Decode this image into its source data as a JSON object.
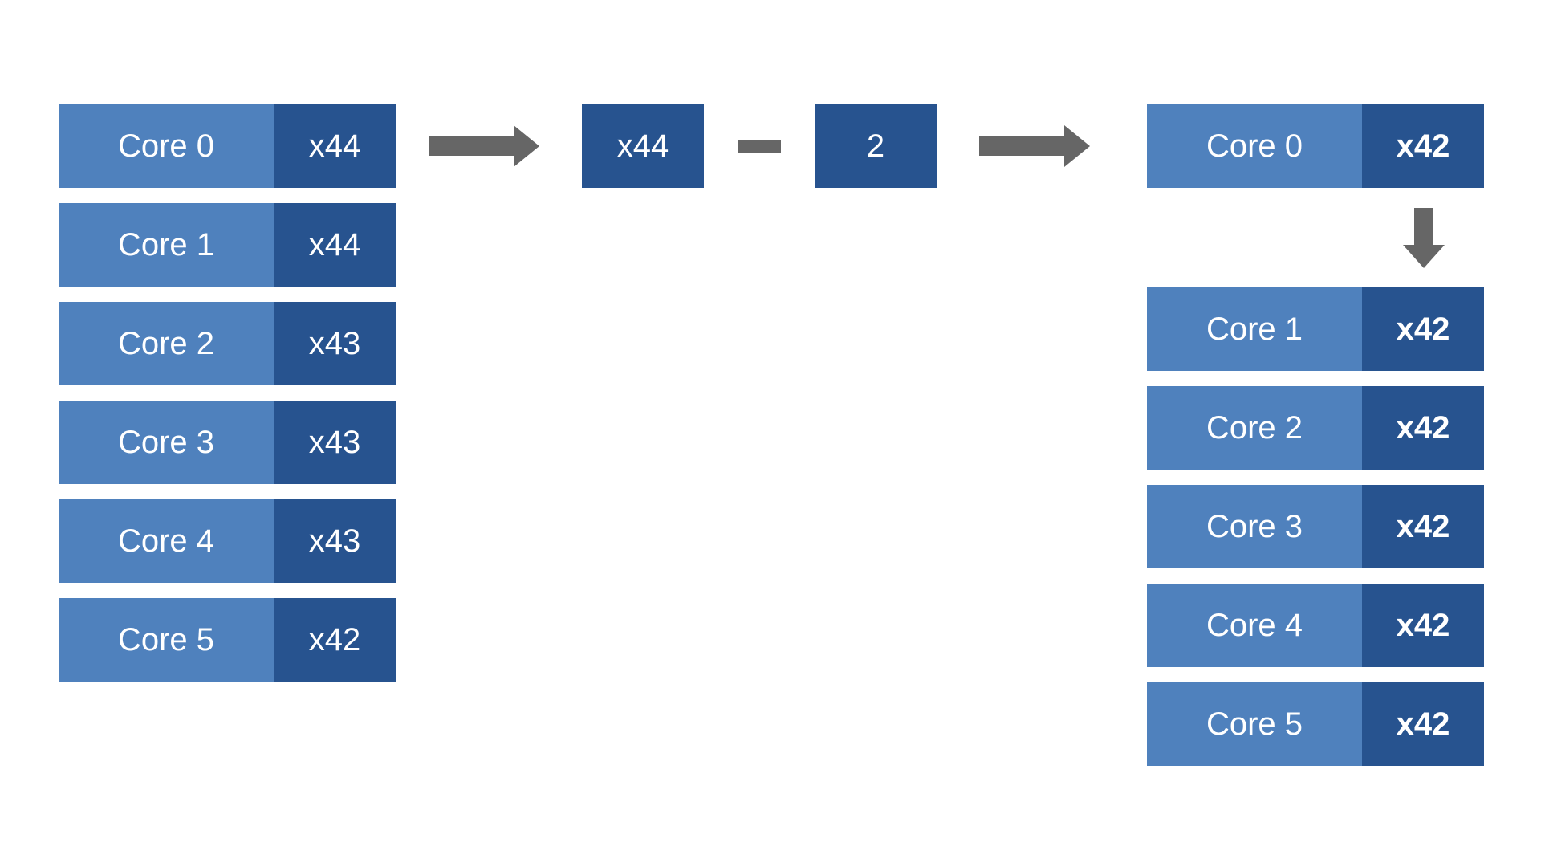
{
  "left_cores": [
    {
      "name": "Core 0",
      "multiplier": "x44"
    },
    {
      "name": "Core 1",
      "multiplier": "x44"
    },
    {
      "name": "Core 2",
      "multiplier": "x43"
    },
    {
      "name": "Core 3",
      "multiplier": "x43"
    },
    {
      "name": "Core 4",
      "multiplier": "x43"
    },
    {
      "name": "Core 5",
      "multiplier": "x42"
    }
  ],
  "operation": {
    "operand": "x44",
    "operator": "−",
    "offset": "2"
  },
  "right_cores": [
    {
      "name": "Core 0",
      "multiplier": "x42"
    },
    {
      "name": "Core 1",
      "multiplier": "x42"
    },
    {
      "name": "Core 2",
      "multiplier": "x42"
    },
    {
      "name": "Core 3",
      "multiplier": "x42"
    },
    {
      "name": "Core 4",
      "multiplier": "x42"
    },
    {
      "name": "Core 5",
      "multiplier": "x42"
    }
  ],
  "colors": {
    "core_label": "#4f81bd",
    "multiplier": "#27538f",
    "arrow": "#666666"
  }
}
